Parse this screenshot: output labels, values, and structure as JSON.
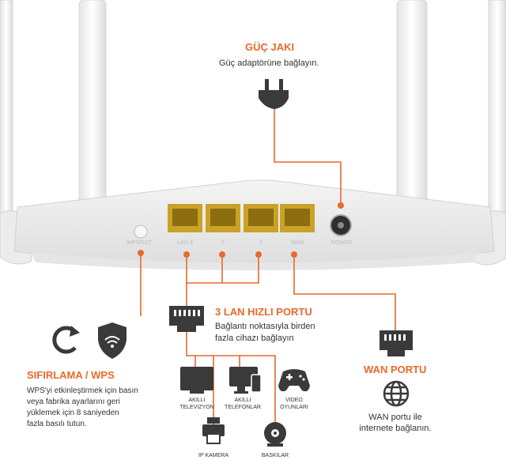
{
  "power": {
    "title": "GÜÇ JAKI",
    "desc": "Güç adaptörüne bağlayın."
  },
  "lan": {
    "title": "3 LAN HIZLI PORTU",
    "desc_line1": "Bağlantı noktasıyla birden",
    "desc_line2": "fazla cihazı bağlayın"
  },
  "reset": {
    "title": "SIFIRLAMA / WPS",
    "desc_line1": "WPS'yi etkinleştirmek için basın",
    "desc_line2": "veya fabrika ayarlarını geri",
    "desc_line3": "yüklemek için 8 saniyeden",
    "desc_line4": "fazla basılı tutun."
  },
  "wan": {
    "title": "WAN PORTU",
    "desc_line1": "WAN portu ile",
    "desc_line2": "internete bağlanın."
  },
  "devices": {
    "tv_1": "AKILLI",
    "tv_2": "TELEVİZYON",
    "phone_1": "AKILLI",
    "phone_2": "TELEFONLAR",
    "game_1": "VİDEO",
    "game_2": "OYUNLARI",
    "camera": "IP KAMERA",
    "printer": "BASKILAR"
  },
  "router_labels": {
    "wps": "WPS/RST",
    "lan3": "LAN 3",
    "lan2": "2",
    "lan1": "1",
    "wan": "WAN",
    "power": "POWER"
  },
  "colors": {
    "accent": "#e8692a",
    "icon": "#3a3a3a"
  }
}
